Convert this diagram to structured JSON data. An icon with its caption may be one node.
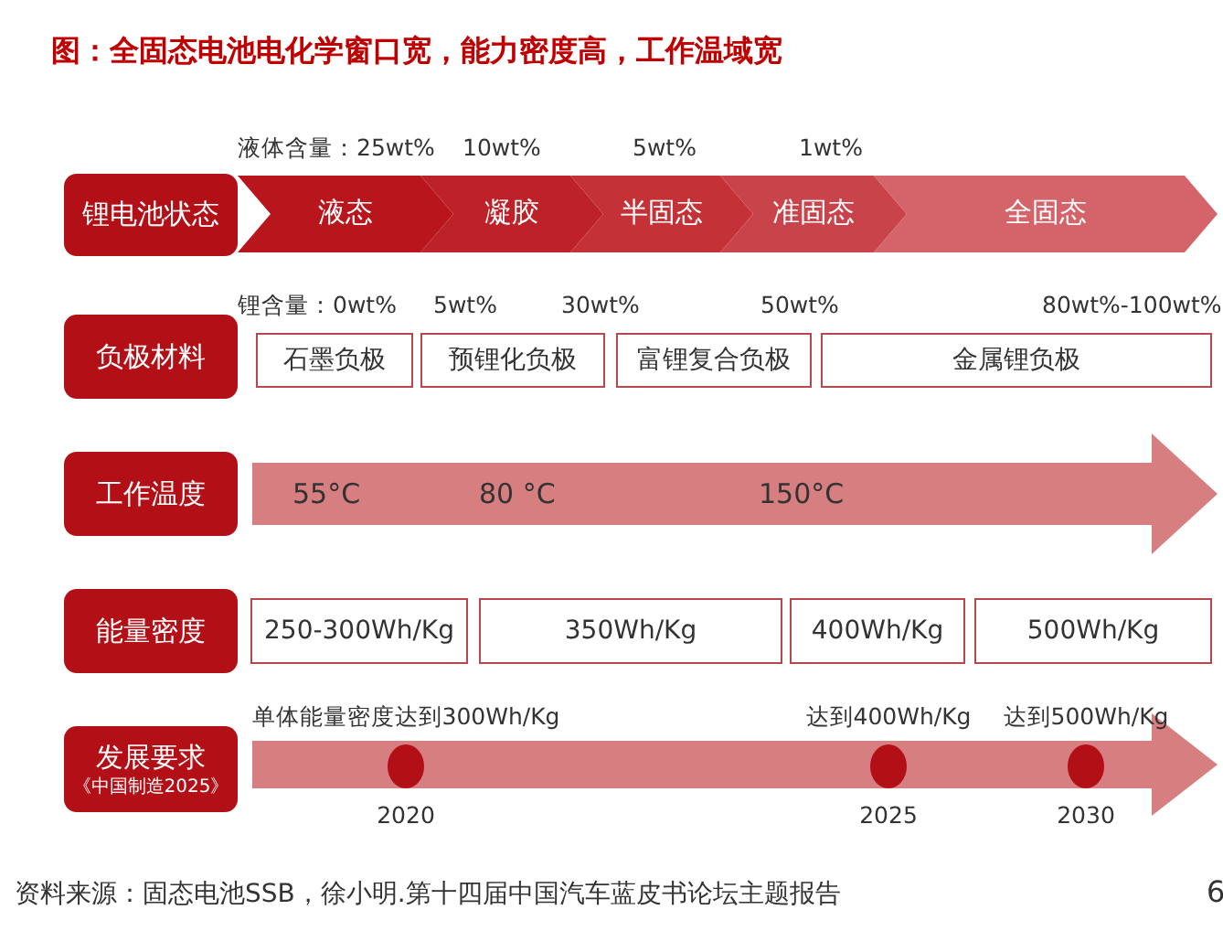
{
  "diagram": {
    "title": "图：全固态电池电化学窗口宽，能力密度高，工作温域宽",
    "nodes": [
      {
        "text": [
          "锂电池状态"
        ]
      },
      {
        "text": [
          "液态"
        ]
      },
      {
        "text": [
          "凝胶"
        ]
      },
      {
        "text": [
          "半固态"
        ]
      },
      {
        "text": [
          "准固态"
        ]
      },
      {
        "text": [
          "全固态"
        ]
      },
      {
        "text": [
          "负极材料"
        ]
      },
      {
        "text": [
          "石墨负极"
        ]
      },
      {
        "text": [
          "预锂化负极"
        ]
      },
      {
        "text": [
          "富锂复合负极"
        ]
      },
      {
        "text": [
          "金属锂负极"
        ]
      },
      {
        "text": [
          "工作温度"
        ]
      },
      {
        "text": [
          "55°C",
          "80 °C",
          "150°C"
        ]
      },
      {
        "text": [
          "能量密度"
        ]
      },
      {
        "text": [
          "250-300Wh/Kg"
        ]
      },
      {
        "text": [
          "350Wh/Kg"
        ]
      },
      {
        "text": [
          "400Wh/Kg"
        ]
      },
      {
        "text": [
          "500Wh/Kg"
        ]
      },
      {
        "text": [
          "发展要求",
          "《中国制造2025》"
        ]
      },
      {
        "text": [],
        "shape": "circle",
        "beside": [
          "单体能量密度达到300Wh/Kg",
          "2020"
        ]
      },
      {
        "text": [],
        "shape": "circle",
        "beside": [
          "达到400Wh/Kg",
          "2025"
        ]
      },
      {
        "text": [],
        "shape": "circle",
        "beside": [
          "达到500Wh/Kg",
          "2030"
        ]
      }
    ],
    "labels": [
      "液体含量：25wt%",
      "10wt%",
      "5wt%",
      "1wt%",
      "锂含量：0wt%",
      "5wt%",
      "30wt%",
      "50wt%",
      "80wt%-100wt%",
      "6"
    ],
    "caption": "资料来源：固态电池SSB，徐小明.第十四届中国汽车蓝皮书论坛主题报告"
  }
}
